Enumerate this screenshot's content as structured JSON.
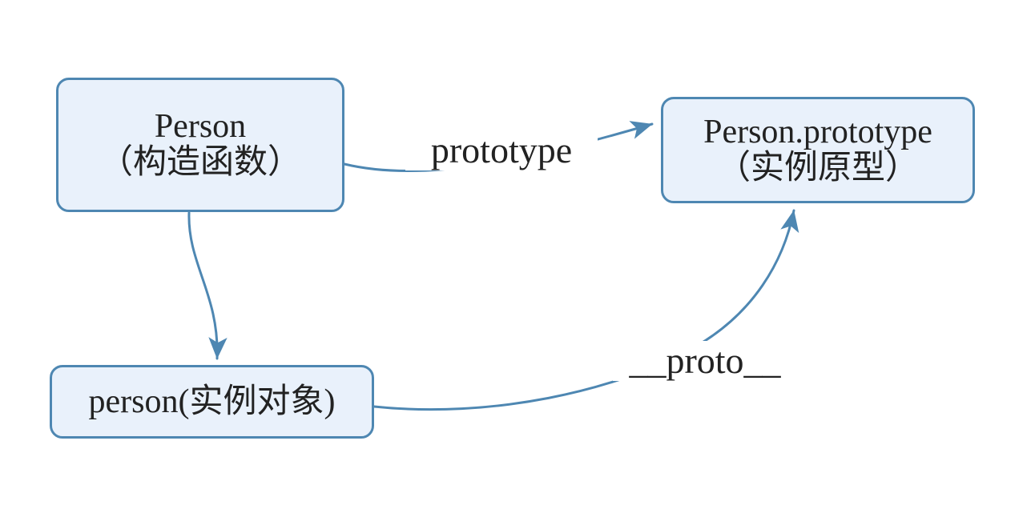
{
  "diagram": {
    "title": "JavaScript prototype relationship diagram",
    "colors": {
      "accent": "#4e87b2",
      "box_fill": "#e9f1fb",
      "text": "#222222",
      "background": "#ffffff"
    },
    "nodes": [
      {
        "id": "constructor",
        "lines": [
          "Person",
          "（构造函数）"
        ]
      },
      {
        "id": "prototype-object",
        "lines": [
          "Person.prototype",
          "（实例原型）"
        ]
      },
      {
        "id": "instance",
        "lines": [
          "person(实例对象)"
        ]
      }
    ],
    "edges": [
      {
        "id": "prototype-edge",
        "from": "constructor",
        "to": "prototype-object",
        "label": "prototype"
      },
      {
        "id": "instance-edge",
        "from": "constructor",
        "to": "instance",
        "label": ""
      },
      {
        "id": "proto-edge",
        "from": "instance",
        "to": "prototype-object",
        "label": "__proto__"
      }
    ]
  }
}
